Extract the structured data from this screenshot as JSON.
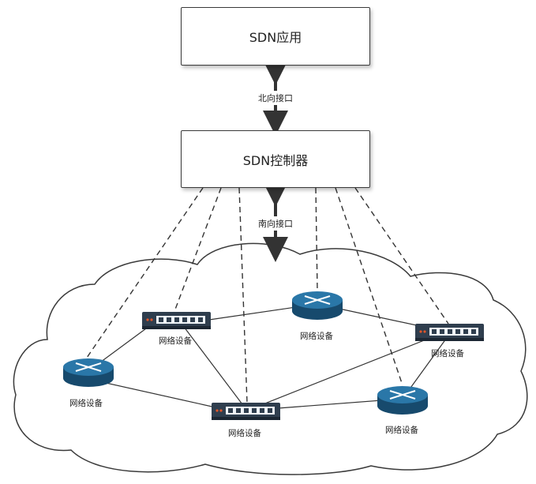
{
  "app_box": {
    "label": "SDN应用"
  },
  "controller_box": {
    "label": "SDN控制器"
  },
  "north_interface": {
    "label": "北向接口"
  },
  "south_interface": {
    "label": "南向接口"
  },
  "devices": [
    {
      "id": "switch-a",
      "kind": "switch",
      "label": "网络设备"
    },
    {
      "id": "router-a",
      "kind": "router",
      "label": "网络设备"
    },
    {
      "id": "switch-b",
      "kind": "switch",
      "label": "网络设备"
    },
    {
      "id": "router-b",
      "kind": "router",
      "label": "网络设备"
    },
    {
      "id": "switch-c",
      "kind": "switch",
      "label": "网络设备"
    },
    {
      "id": "router-c",
      "kind": "router",
      "label": "网络设备"
    }
  ],
  "colors": {
    "router": "#1f5f8b",
    "switch_body": "#2f3e4e",
    "switch_port": "#eef3f8",
    "line": "#333333"
  }
}
